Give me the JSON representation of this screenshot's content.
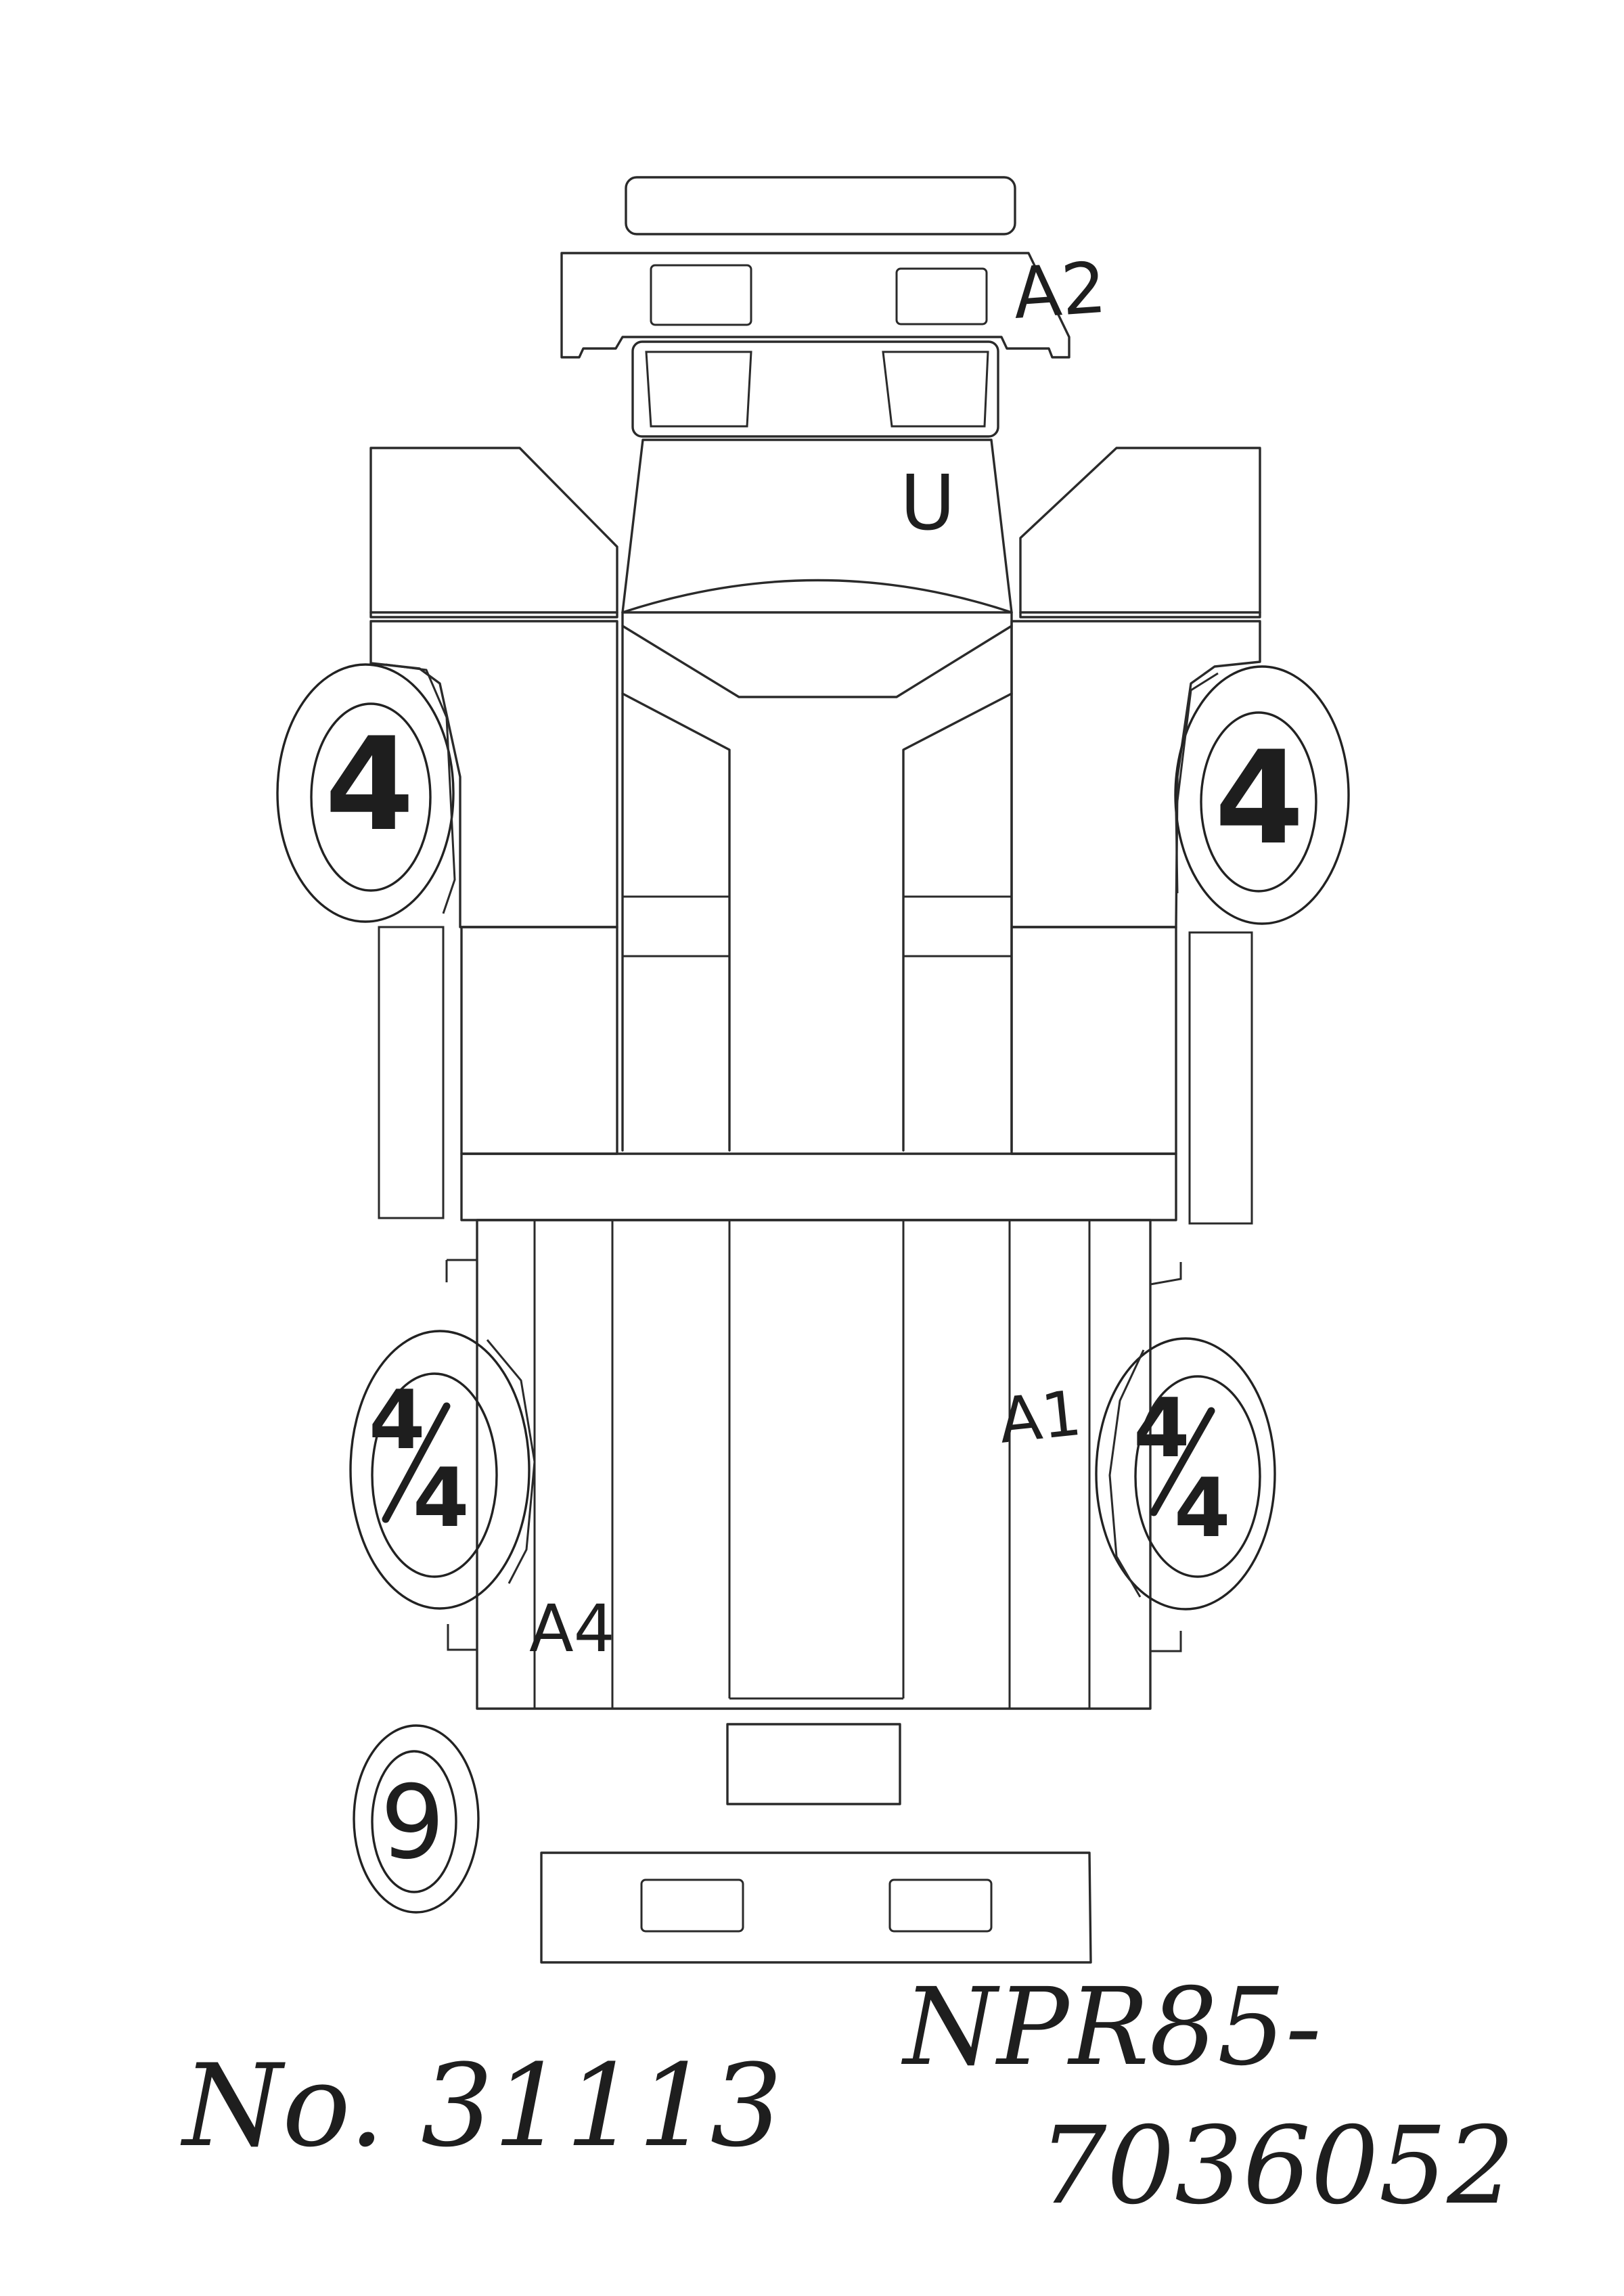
{
  "marks": {
    "front_bumper_code": "A2",
    "hood_code": "U",
    "front_left_tire": "4",
    "front_right_tire": "4",
    "rear_left_tire_top": "4",
    "rear_left_tire_bottom": "4",
    "rear_right_tire_top": "4",
    "rear_right_tire_bottom": "4",
    "rear_right_body_code": "A1",
    "rear_left_body_code": "A4",
    "spare_tire": "9"
  },
  "footer": {
    "stock_number": "No. 31113",
    "chassis_line1": "NPR85-",
    "chassis_line2": "7036052"
  }
}
